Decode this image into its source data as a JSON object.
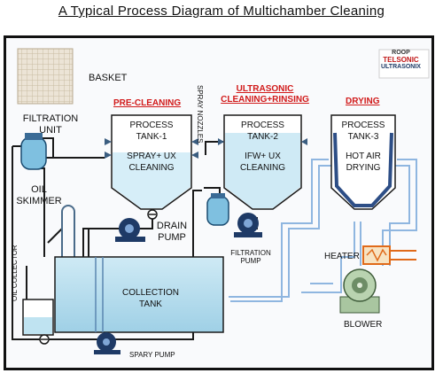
{
  "title": "A Typical Process Diagram of Multichamber Cleaning",
  "logo": {
    "line1": "ROOP",
    "line2": "TELSONIC",
    "line3": "ULTRASONIX"
  },
  "labels": {
    "basket": "BASKET",
    "filtration_unit_1": "FILTRATION",
    "filtration_unit_2": "UNIT",
    "oil_skimmer_1": "OIL",
    "oil_skimmer_2": "SKIMMER",
    "oil_collector": "OIL COLLECTOR",
    "pre_cleaning": "PRE-CLEANING",
    "spray_nozzles": "SPRAY NOZZLES",
    "ultrasonic_1": "ULTRASONIC",
    "ultrasonic_2": "CLEANING+RINSING",
    "drying": "DRYING",
    "tank1_1": "PROCESS",
    "tank1_2": "TANK-1",
    "tank1_3": "SPRAY+ UX",
    "tank1_4": "CLEANING",
    "tank2_1": "PROCESS",
    "tank2_2": "TANK-2",
    "tank2_3": "IFW+ UX",
    "tank2_4": "CLEANING",
    "tank3_1": "PROCESS",
    "tank3_2": "TANK-3",
    "tank3_3": "HOT AIR",
    "tank3_4": "DRYING",
    "drain_pump_1": "DRAIN",
    "drain_pump_2": "PUMP",
    "filtration_pump_1": "FILTRATION",
    "filtration_pump_2": "PUMP",
    "heater": "HEATER",
    "blower": "BLOWER",
    "collection_1": "COLLECTION",
    "collection_2": "TANK",
    "spray_pump": "SPARY PUMP"
  },
  "colors": {
    "pipe": "#1a1a1a",
    "air_duct": "#8fb6e0",
    "tank_fluid": "#bfe3f1",
    "pump": "#1e3a66",
    "heater": "#e06a1a",
    "label_red": "#d11a1a"
  }
}
